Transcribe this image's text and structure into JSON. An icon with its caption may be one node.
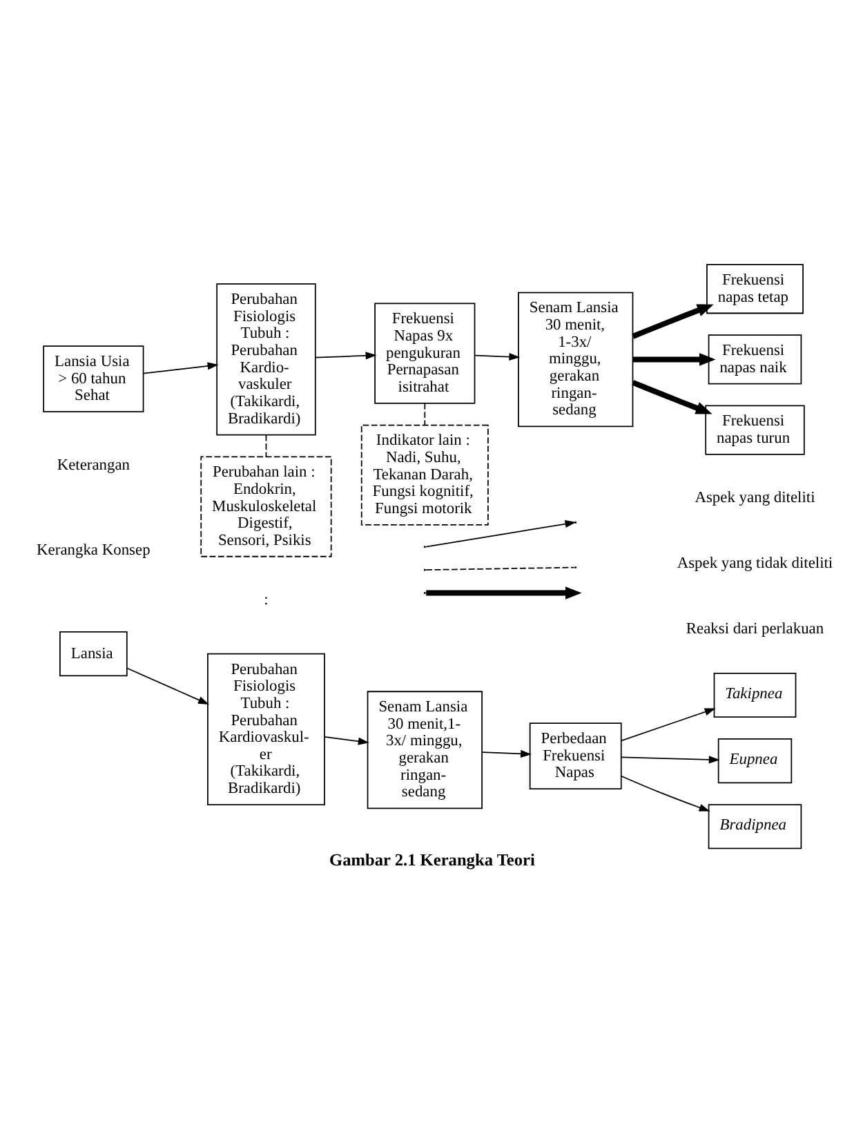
{
  "diagram": {
    "caption": "Gambar 2.1 Kerangka Teori",
    "nodes": [
      {
        "text": [
          "Lansia Usia > 60 tahun Sehat"
        ]
      },
      {
        "text": [
          "Perubahan Fisiologis Tubuh : Perubahan Kardio- vaskuler (Takikardi, Bradikardi)"
        ]
      },
      {
        "text": [
          "Frekuensi Napas 9x pengukuran Pernapasan isitrahat"
        ]
      },
      {
        "text": [
          "Senam Lansia 30 menit, 1-3x/ minggu, gerakan ringan- sedang"
        ]
      },
      {
        "text": [
          "Frekuensi napas tetap"
        ]
      },
      {
        "text": [
          "Frekuensi napas naik"
        ]
      },
      {
        "text": [
          "Frekuensi napas turun"
        ]
      },
      {
        "text": [
          "Perubahan lain : Endokrin, Muskuloskeletal Digestif, Sensori, Psikis"
        ]
      },
      {
        "text": [
          "Indikator lain : Nadi, Suhu, Tekanan Darah, Fungsi kognitif, Fungsi motorik"
        ]
      },
      {
        "text": [
          "Lansia"
        ]
      },
      {
        "text": [
          "Perubahan Fisiologis Tubuh : Perubahan Kardiovaskul- er (Takikardi, Bradikardi)"
        ]
      },
      {
        "text": [
          "Senam Lansia 30 menit,1- 3x/ minggu, gerakan ringan- sedang"
        ]
      },
      {
        "text": [
          "Perbedaan Frekuensi Napas"
        ]
      },
      {
        "text": [
          "Takipnea"
        ]
      },
      {
        "text": [
          "Eupnea"
        ]
      },
      {
        "text": [
          "Bradipnea"
        ]
      }
    ],
    "edges": [
      {
        "from": 0,
        "to": 1,
        "arrow": "to"
      },
      {
        "from": 1,
        "to": 2,
        "arrow": "to"
      },
      {
        "from": 2,
        "to": 3,
        "arrow": "to"
      },
      {
        "from": 3,
        "to": 4,
        "arrow": "to",
        "style": "thick"
      },
      {
        "from": 3,
        "to": 5,
        "arrow": "to",
        "style": "thick"
      },
      {
        "from": 3,
        "to": 6,
        "arrow": "to",
        "style": "thick"
      },
      {
        "from": 1,
        "to": 7,
        "arrow": "none",
        "style": "dashed"
      },
      {
        "from": 2,
        "to": 8,
        "arrow": "none",
        "style": "dashed"
      },
      {
        "from": 9,
        "to": 10,
        "arrow": "to"
      },
      {
        "from": 10,
        "to": 11,
        "arrow": "to"
      },
      {
        "from": 11,
        "to": 12,
        "arrow": "to"
      },
      {
        "from": 12,
        "to": 13,
        "arrow": "to"
      },
      {
        "from": 12,
        "to": 14,
        "arrow": "to"
      },
      {
        "from": 12,
        "to": 15,
        "arrow": "to"
      }
    ],
    "labels": [
      "Keterangan",
      ":",
      "Kerangka Konsep"
    ],
    "legend": [
      {
        "text": "Aspek yang diteliti"
      },
      {
        "text": "Aspek yang tidak diteliti"
      },
      {
        "text": "Reaksi dari perlakuan"
      }
    ]
  }
}
